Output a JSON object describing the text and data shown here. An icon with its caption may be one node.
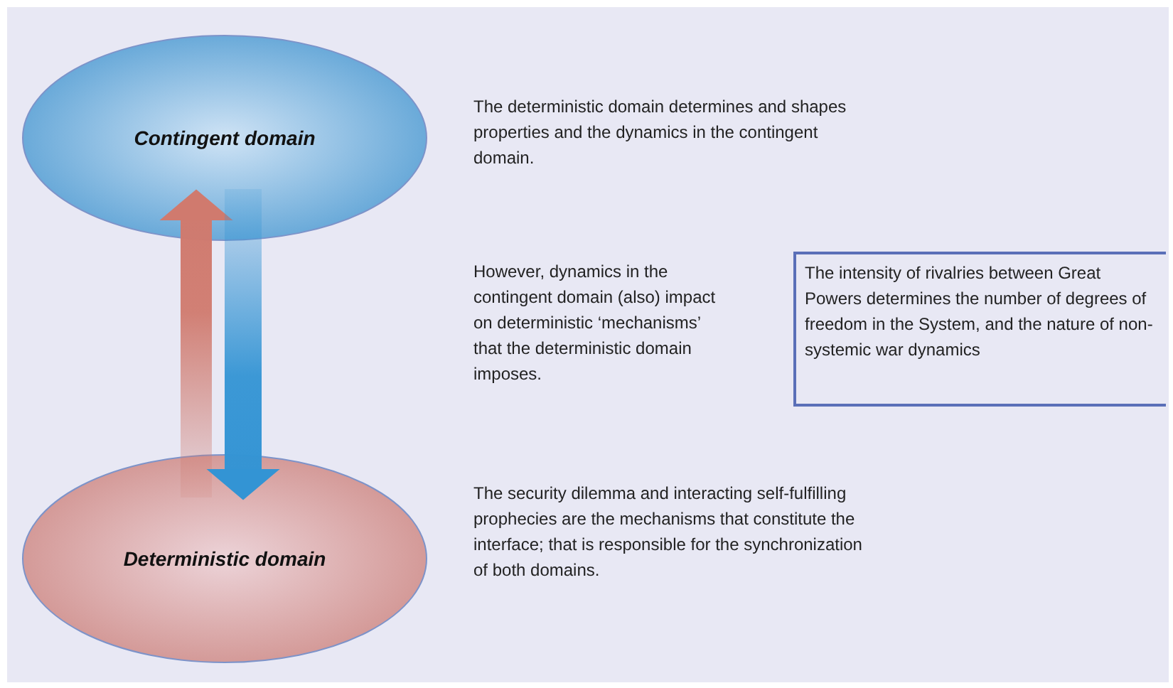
{
  "diagram": {
    "nodes": [
      {
        "text": [
          "Contingent domain"
        ]
      },
      {
        "text": [
          "Deterministic domain"
        ]
      },
      {
        "text": [
          "The intensity of rivalries between Great Powers determines the number of degrees of freedom in the System, and the nature of non-systemic war dynamics"
        ]
      }
    ],
    "edges": [
      {
        "from": 1,
        "to": 0,
        "arrow": "to",
        "color": "#d07a6e"
      },
      {
        "from": 0,
        "to": 1,
        "arrow": "to",
        "color": "#3394d4"
      }
    ],
    "labels": [
      "The deterministic domain determines and shapes properties and the dynamics in the contingent domain.",
      "However, dynamics in the contingent domain (also) impact on deterministic ‘mechanisms’ that the deterministic domain imposes.",
      "The security dilemma and interacting self-fulfilling prophecies are the mechanisms that constitute the interface; that is responsible for the synchronization of both domains."
    ]
  }
}
